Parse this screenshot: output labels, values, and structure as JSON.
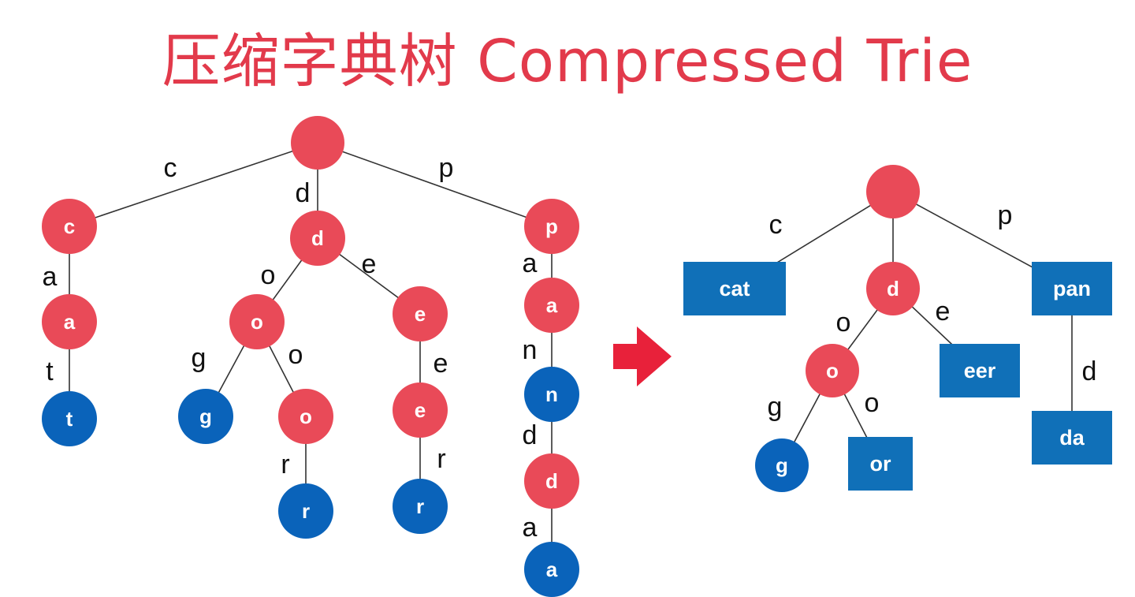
{
  "title": "压缩字典树 Compressed Trie",
  "colors": {
    "internal": "#e94a58",
    "terminal": "#0a63ba",
    "box": "#1070b8",
    "title": "#e23a4b",
    "arrow": "#e8213a"
  },
  "left_trie": {
    "nodes": [
      {
        "id": "L-root",
        "label": "",
        "kind": "internal"
      },
      {
        "id": "L-c",
        "label": "c",
        "kind": "internal"
      },
      {
        "id": "L-ca",
        "label": "a",
        "kind": "internal"
      },
      {
        "id": "L-cat",
        "label": "t",
        "kind": "terminal"
      },
      {
        "id": "L-d",
        "label": "d",
        "kind": "internal"
      },
      {
        "id": "L-do",
        "label": "o",
        "kind": "internal"
      },
      {
        "id": "L-dog",
        "label": "g",
        "kind": "terminal"
      },
      {
        "id": "L-doo",
        "label": "o",
        "kind": "internal"
      },
      {
        "id": "L-door",
        "label": "r",
        "kind": "terminal"
      },
      {
        "id": "L-de",
        "label": "e",
        "kind": "internal"
      },
      {
        "id": "L-dee",
        "label": "e",
        "kind": "internal"
      },
      {
        "id": "L-deer",
        "label": "r",
        "kind": "terminal"
      },
      {
        "id": "L-p",
        "label": "p",
        "kind": "internal"
      },
      {
        "id": "L-pa",
        "label": "a",
        "kind": "internal"
      },
      {
        "id": "L-pan",
        "label": "n",
        "kind": "terminal"
      },
      {
        "id": "L-pand",
        "label": "d",
        "kind": "internal"
      },
      {
        "id": "L-panda",
        "label": "a",
        "kind": "terminal"
      }
    ],
    "edges": [
      {
        "from": "L-root",
        "to": "L-c",
        "label": "c"
      },
      {
        "from": "L-root",
        "to": "L-d",
        "label": "d"
      },
      {
        "from": "L-root",
        "to": "L-p",
        "label": "p"
      },
      {
        "from": "L-c",
        "to": "L-ca",
        "label": "a"
      },
      {
        "from": "L-ca",
        "to": "L-cat",
        "label": "t"
      },
      {
        "from": "L-d",
        "to": "L-do",
        "label": "o"
      },
      {
        "from": "L-d",
        "to": "L-de",
        "label": "e"
      },
      {
        "from": "L-do",
        "to": "L-dog",
        "label": "g"
      },
      {
        "from": "L-do",
        "to": "L-doo",
        "label": "o"
      },
      {
        "from": "L-doo",
        "to": "L-door",
        "label": "r"
      },
      {
        "from": "L-de",
        "to": "L-dee",
        "label": "e"
      },
      {
        "from": "L-dee",
        "to": "L-deer",
        "label": "r"
      },
      {
        "from": "L-p",
        "to": "L-pa",
        "label": "a"
      },
      {
        "from": "L-pa",
        "to": "L-pan",
        "label": "n"
      },
      {
        "from": "L-pan",
        "to": "L-pand",
        "label": "d"
      },
      {
        "from": "L-pand",
        "to": "L-panda",
        "label": "a"
      }
    ]
  },
  "right_trie": {
    "nodes": [
      {
        "id": "R-root",
        "label": "",
        "kind": "internal"
      },
      {
        "id": "R-cat",
        "label": "cat",
        "kind": "box"
      },
      {
        "id": "R-d",
        "label": "d",
        "kind": "internal"
      },
      {
        "id": "R-pan",
        "label": "pan",
        "kind": "box"
      },
      {
        "id": "R-o",
        "label": "o",
        "kind": "internal"
      },
      {
        "id": "R-eer",
        "label": "eer",
        "kind": "box"
      },
      {
        "id": "R-g",
        "label": "g",
        "kind": "terminal"
      },
      {
        "id": "R-or",
        "label": "or",
        "kind": "box"
      },
      {
        "id": "R-da",
        "label": "da",
        "kind": "box"
      }
    ],
    "edges": [
      {
        "from": "R-root",
        "to": "R-cat",
        "label": "c"
      },
      {
        "from": "R-root",
        "to": "R-d",
        "label": ""
      },
      {
        "from": "R-root",
        "to": "R-pan",
        "label": "p"
      },
      {
        "from": "R-d",
        "to": "R-o",
        "label": "o"
      },
      {
        "from": "R-d",
        "to": "R-eer",
        "label": "e"
      },
      {
        "from": "R-o",
        "to": "R-g",
        "label": "g"
      },
      {
        "from": "R-o",
        "to": "R-or",
        "label": "o"
      },
      {
        "from": "R-pan",
        "to": "R-da",
        "label": "d"
      }
    ]
  }
}
